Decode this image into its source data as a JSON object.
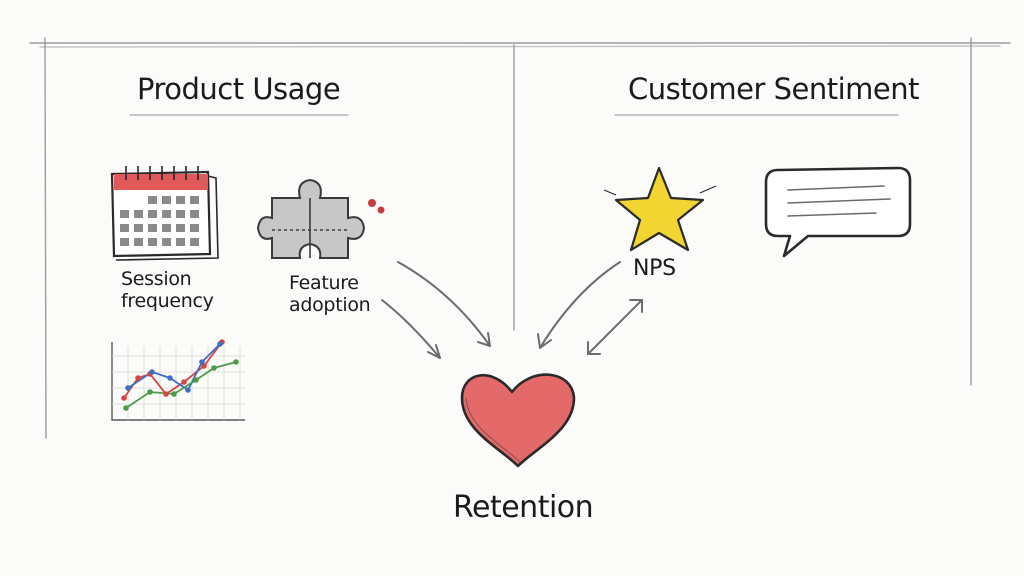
{
  "sections": {
    "left_title": "Product Usage",
    "right_title": "Customer Sentiment"
  },
  "labels": {
    "session_line1": "Session",
    "session_line2": "frequency",
    "feature_line1": "Feature",
    "feature_line2": "adoption",
    "nps": "NPS",
    "retention": "Retention"
  },
  "icons": {
    "calendar": "calendar-icon",
    "puzzle": "puzzle-icon",
    "line_chart": "line-chart-icon",
    "star": "star-icon",
    "speech_bubble": "speech-bubble-icon",
    "heart": "heart-icon"
  },
  "colors": {
    "ink": "#2a2a2a",
    "heart_fill": "#e46a6a",
    "star_fill": "#f2d531",
    "calendar_header": "#e2595a",
    "chart_red": "#d8443f",
    "chart_blue": "#3c6fc6",
    "chart_green": "#4c9a4a"
  }
}
